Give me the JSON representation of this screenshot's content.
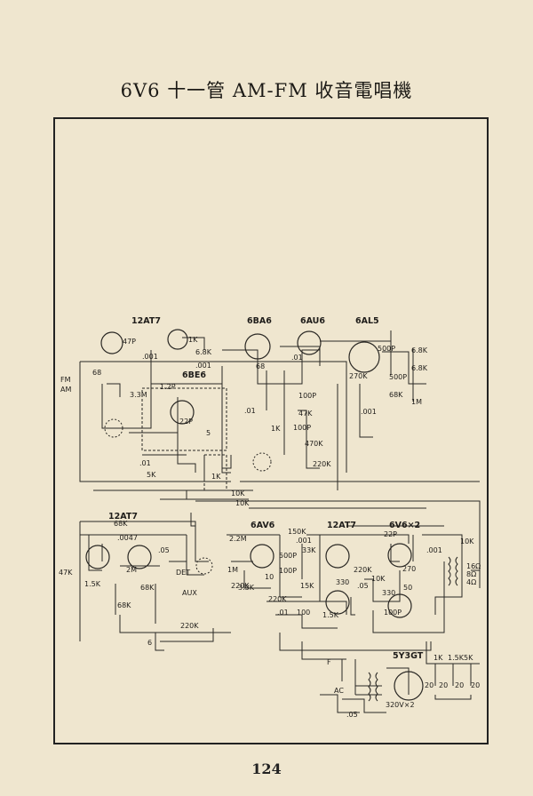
{
  "title": "6V6 十一管 AM-FM 收音電唱機",
  "page_number": "124",
  "tubes": [
    {
      "label": "12AT7"
    },
    {
      "label": "6BA6"
    },
    {
      "label": "6AU6"
    },
    {
      "label": "6AL5"
    },
    {
      "label": "6BE6"
    },
    {
      "label": "12AT7"
    },
    {
      "label": "6AV6"
    },
    {
      "label": "12AT7"
    },
    {
      "label": "6V6×2"
    },
    {
      "label": "5Y3GT"
    }
  ],
  "inputs": {
    "fm": "FM",
    "am": "AM",
    "det": "DET",
    "aux": "AUX",
    "ac": "AC",
    "f": "F"
  },
  "component_labels": [
    "47P",
    "68",
    "3.3M",
    "1.2P",
    ".001",
    "1K",
    "6.8K",
    ".001",
    "5K",
    ".01",
    "1K",
    "10K",
    "22P",
    "5",
    "68",
    ".01",
    "47K",
    "100P",
    "100P",
    ".01",
    "1K",
    "470K",
    "220K",
    "270K",
    "500P",
    "500P",
    "68K",
    "6.8K",
    ".001",
    "1M",
    "6.8K",
    "10K",
    "68K",
    ".0047",
    "47K",
    "1.5K",
    "2M",
    "68K",
    "68K",
    ".05",
    "6",
    "220K",
    "2.2M",
    "1M",
    "220K",
    "3.3K",
    "10",
    "150K",
    ".001",
    "33K",
    "500P",
    "100P",
    "15K",
    "220K",
    ".01",
    "330",
    ".05",
    "100",
    "1.5K",
    "220K",
    "22P",
    ".001",
    "10K",
    "16Ω",
    "8Ω",
    "4Ω",
    "50",
    "270",
    "100P",
    "10K",
    "330",
    "1K",
    "1.5K",
    "5K",
    "20",
    "20",
    "20",
    "20",
    "320V×2",
    ".05"
  ]
}
